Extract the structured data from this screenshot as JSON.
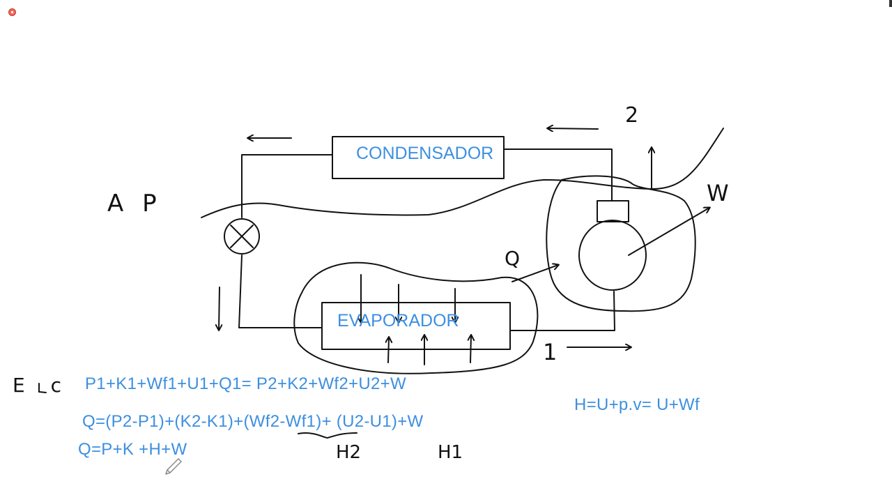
{
  "diagram": {
    "labels": {
      "condensador": "CONDENSADOR",
      "evaporador": "EVAPORADOR",
      "ap": "A P",
      "state_1": "1",
      "state_2": "2",
      "heat": "Q",
      "work": "W",
      "ec": "E c"
    },
    "equations": {
      "energy_balance": "P1+K1+Wf1+U1+Q1=  P2+K2+Wf2+U2+W",
      "heat_expanded": "Q=(P2-P1)+(K2-K1)+(Wf2-Wf1)+ (U2-U1)+W",
      "heat_short": "Q=P+K  +H+W",
      "enthalpy": "H=U+p.v= U+Wf"
    },
    "annotations": {
      "h2": "H2",
      "h1": "H1"
    },
    "colors": {
      "ink": "#111111",
      "text_blue": "#3d8fe0",
      "record_dot": "#f26b5b"
    }
  }
}
